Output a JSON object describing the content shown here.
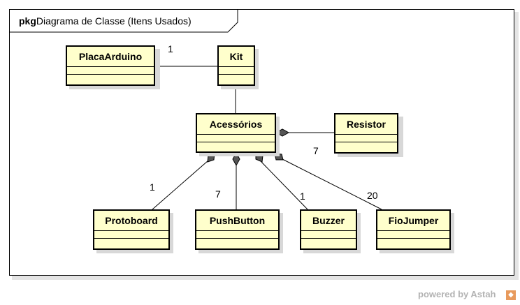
{
  "frame": {
    "keyword": "pkg",
    "name": "Diagrama de Classe (Itens Usados)"
  },
  "classes": {
    "placa": "PlacaArduino",
    "kit": "Kit",
    "acessorios": "Acessórios",
    "resistor": "Resistor",
    "protoboard": "Protoboard",
    "pushbutton": "PushButton",
    "buzzer": "Buzzer",
    "fiojumper": "FioJumper"
  },
  "multiplicities": {
    "placa_kit": "1",
    "resistor": "7",
    "protoboard": "1",
    "pushbutton": "7",
    "buzzer": "1",
    "fiojumper": "20"
  },
  "footer": {
    "text": "powered by Astah",
    "logo": "astah-logo"
  }
}
